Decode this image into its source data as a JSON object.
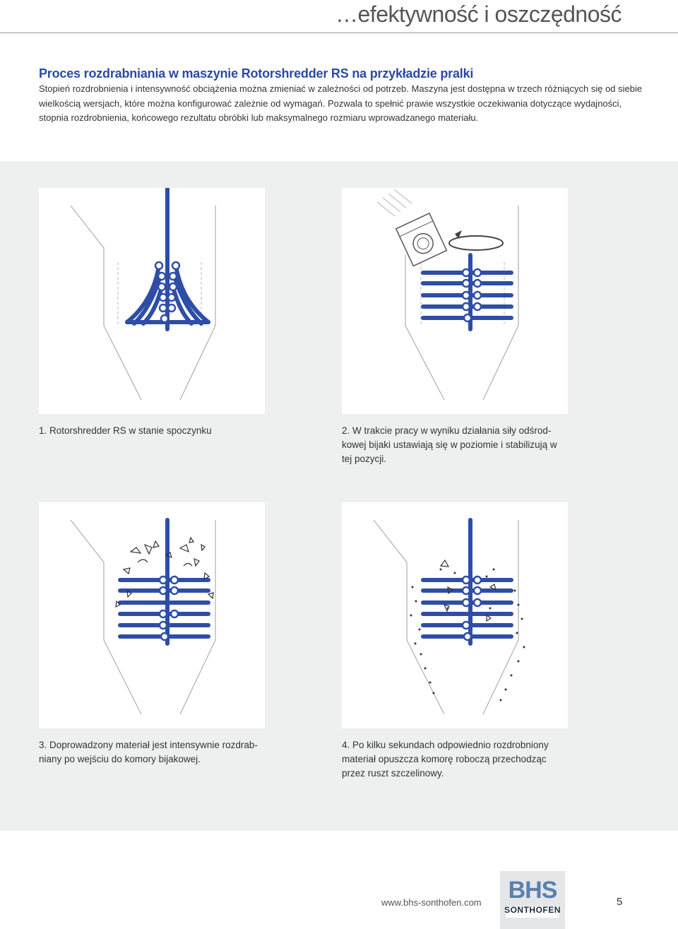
{
  "header": {
    "title": "…efektywność i oszczędność"
  },
  "section": {
    "title": "Proces rozdrabniania w maszynie Rotorshredder RS na przykładzie pralki",
    "intro": "Stopień rozdrobnienia i intensywność obciążenia można zmieniać w zależności od potrzeb. Maszyna jest dostępna w trzech różniących się od siebie wielkością wersjach, które można konfigurować zależnie od wymagań. Pozwala to spełnić prawie wszystkie oczekiwania dotyczące wydajności, stopnia rozdrobnienia, końcowego rezultatu obróbki lub maksymalnego rozmiaru wprowadzanego materiału."
  },
  "steps": [
    {
      "caption": "1. Rotorshredder RS w stanie spoczynku"
    },
    {
      "caption": "2. W trakcie pracy w wyniku działania siły odśrod-kowej bijaki ustawiają się w poziomie i stabilizują w tej pozycji."
    },
    {
      "caption": "3. Doprowadzony materiał jest intensywnie rozdrab-niany po wejściu do komory bijakowej."
    },
    {
      "caption": "4. Po kilku sekundach odpowiednio rozdrobniony materiał opuszcza komorę roboczą przechodząc przez ruszt szczelinowy."
    }
  ],
  "footer": {
    "url": "www.bhs-sonthofen.com",
    "page_number": "5",
    "logo_text": "BHS",
    "logo_subtext": "SONTHOFEN"
  },
  "colors": {
    "accent": "#2b4aa6",
    "background_band": "#eef0ef"
  }
}
